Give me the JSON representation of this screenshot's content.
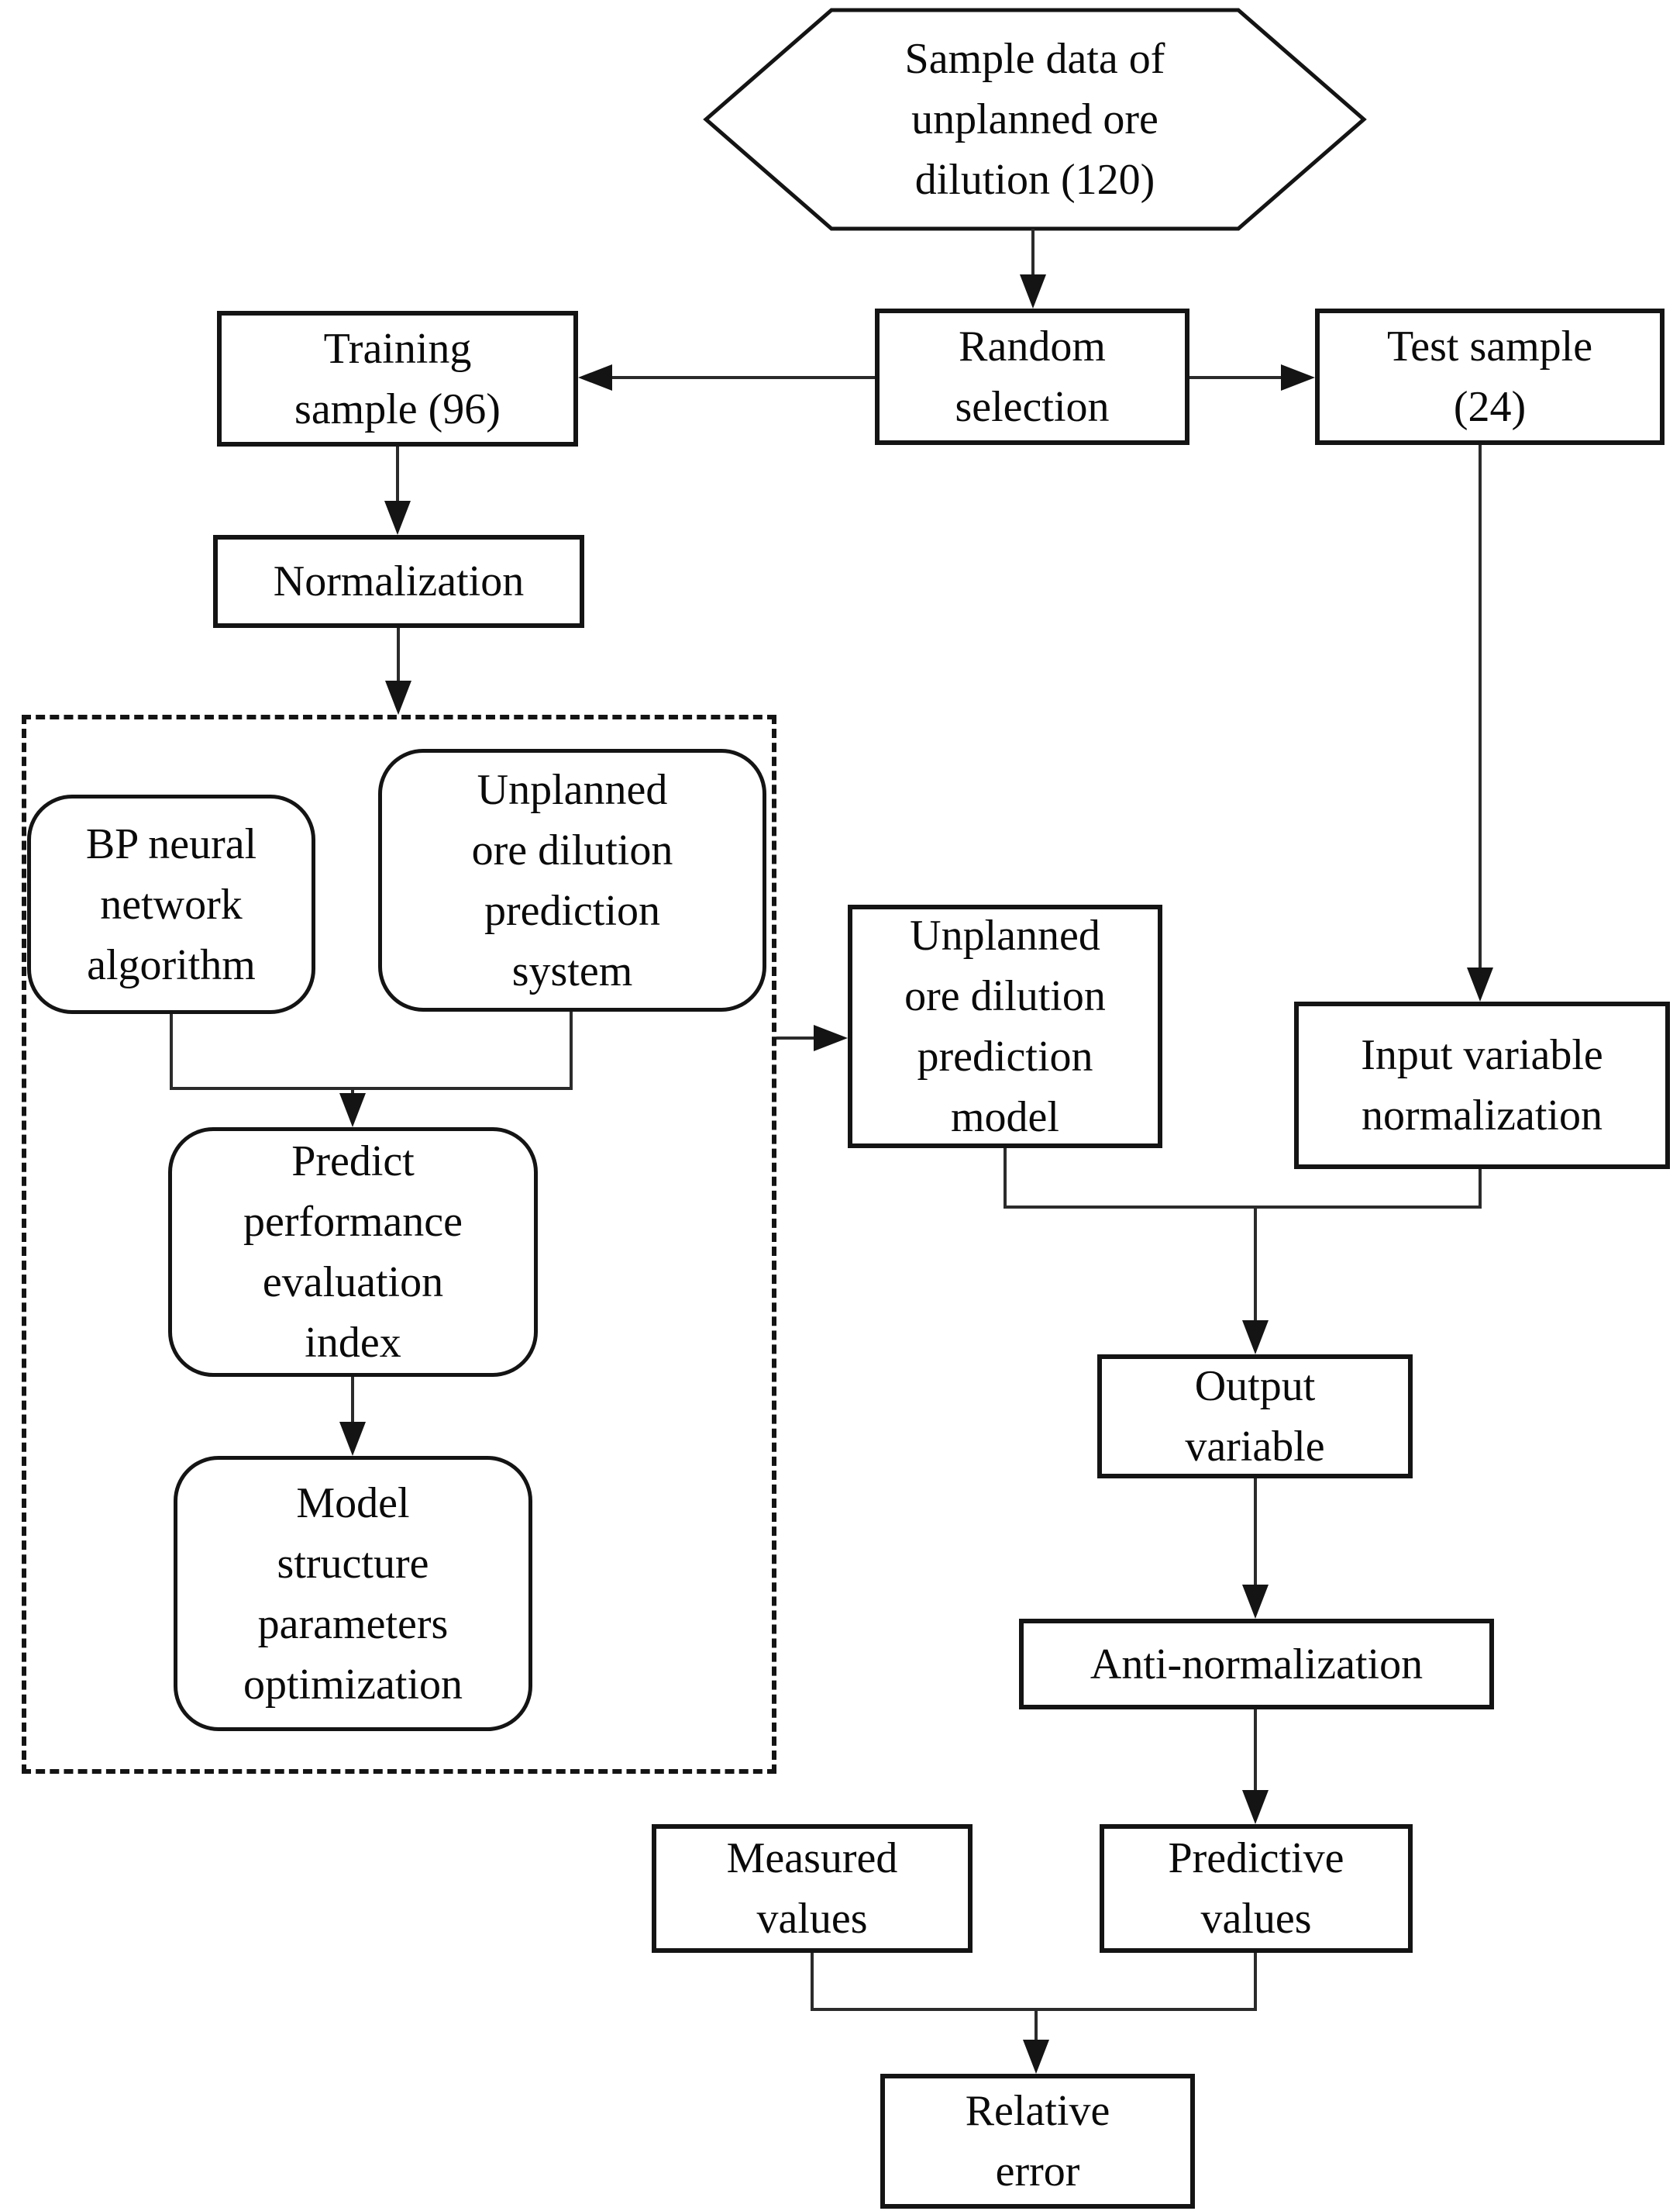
{
  "flowchart": {
    "sample_data": "Sample data of\nunplanned ore\ndilution (120)",
    "random_selection": "Random\nselection",
    "training_sample": "Training\nsample (96)",
    "test_sample": "Test sample\n(24)",
    "normalization": "Normalization",
    "bp_algorithm": "BP neural\nnetwork\nalgorithm",
    "prediction_system": "Unplanned\nore dilution\nprediction\nsystem",
    "predict_index": "Predict\nperformance\nevaluation\nindex",
    "model_optimization": "Model\nstructure\nparameters\noptimization",
    "prediction_model": "Unplanned\nore dilution\nprediction\nmodel",
    "input_normalization": "Input variable\nnormalization",
    "output_variable": "Output\nvariable",
    "anti_normalization": "Anti-normalization",
    "measured_values": "Measured\nvalues",
    "predictive_values": "Predictive\nvalues",
    "relative_error": "Relative\nerror"
  },
  "colors": {
    "line": "#2b2b2b",
    "border": "#141414",
    "text": "#0a0a0a",
    "background": "#ffffff"
  }
}
